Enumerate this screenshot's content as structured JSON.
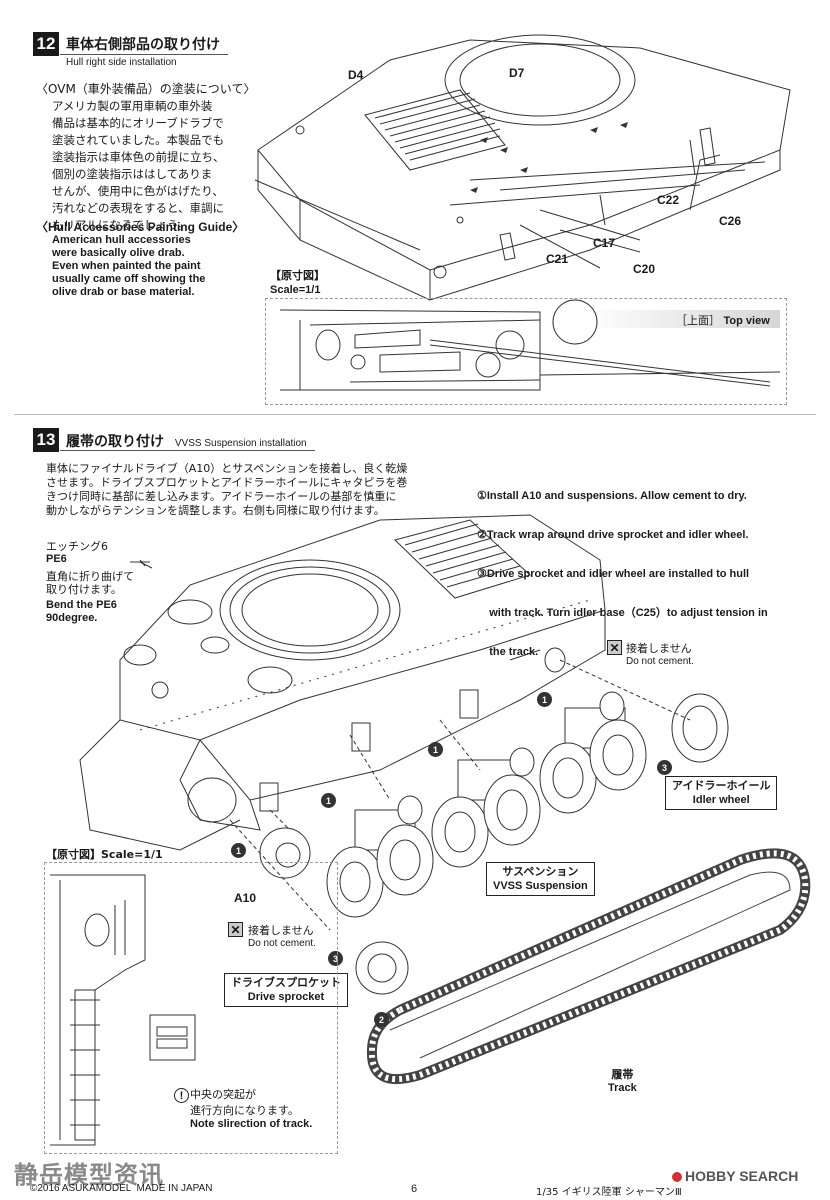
{
  "step12": {
    "number": "12",
    "title_jp": "車体右側部品の取り付け",
    "title_en": "Hull right side installation",
    "ovm_heading": "〈OVM（車外装備品）の塗装について〉",
    "ovm_jp": [
      "アメリカ製の軍用車輌の車外装",
      "備品は基本的にオリーブドラブで",
      "塗装されていました。本製品でも",
      "塗装指示は車体色の前提に立ち、",
      "個別の塗装指示ははしてありま",
      "せんが、使用中に色がはげたり、",
      "汚れなどの表現をすると、車調に",
      "もリアルになるでしょう。"
    ],
    "guide_heading": "〈Hull Accessories Painting Guide〉",
    "guide_en": [
      "American hull accessories",
      "were basically olive drab.",
      "Even when painted the paint",
      "usually came off showing the",
      "olive drab or base material."
    ],
    "parts": [
      "D4",
      "D7",
      "C22",
      "C26",
      "C17",
      "C21",
      "C20"
    ],
    "scale_jp": "【原寸図】",
    "scale_en": "Scale=1/1",
    "top_view_jp": "［上面］",
    "top_view_en": "Top view"
  },
  "step13": {
    "number": "13",
    "title_jp": "履帯の取り付け",
    "title_en": "VVSS Suspension installation",
    "body_jp": [
      "車体にファイナルドライブ（A10）とサスペンションを接着し、良く乾燥",
      "させます。ドライブスプロケットとアイドラーホイールにキャタピラを巻",
      "きつけ同時に基部に差し込みます。アイドラーホイールの基部を慎重に",
      "動かしながらテンションを調整します。右側も同様に取り付けます。"
    ],
    "body_en": [
      "①Install A10 and suspensions. Allow cement to dry.",
      "②Track wrap around drive sprocket and idler wheel.",
      "③Drive sprocket and idler wheel are installed to hull",
      "    with track. Turn idler base（C25）to adjust tension in",
      "    the track."
    ],
    "pe_jp": "エッチング6",
    "pe_code": "PE6",
    "bend_jp_1": "直角に折り曲げて",
    "bend_jp_2": "取り付けます。",
    "bend_en_1": "Bend the PE6",
    "bend_en_2": "90degree.",
    "no_cement_jp": "接着しません",
    "no_cement_en": "Do not cement.",
    "idler_jp": "アイドラーホイール",
    "idler_en": "Idler wheel",
    "suspension_jp": "サスペンション",
    "suspension_en": "VVSS Suspension",
    "a10": "A10",
    "sprocket_jp": "ドライブスプロケット",
    "sprocket_en": "Drive sprocket",
    "track_jp": "履帯",
    "track_en": "Track",
    "scale_label": "【原寸図】Scale=1/1",
    "center_jp_1": "中央の突起が",
    "center_jp_2": "進行方向になります。",
    "center_en": "Note slirection of track."
  },
  "footer": {
    "copyright": "©2016 ASUKAMODEL  MADE IN JAPAN",
    "page": "6",
    "kit": "1/35 イギリス陸軍 シャーマンⅢ",
    "watermark_left": "静岳模型资讯",
    "watermark_right": "HOBBY SEARCH"
  }
}
